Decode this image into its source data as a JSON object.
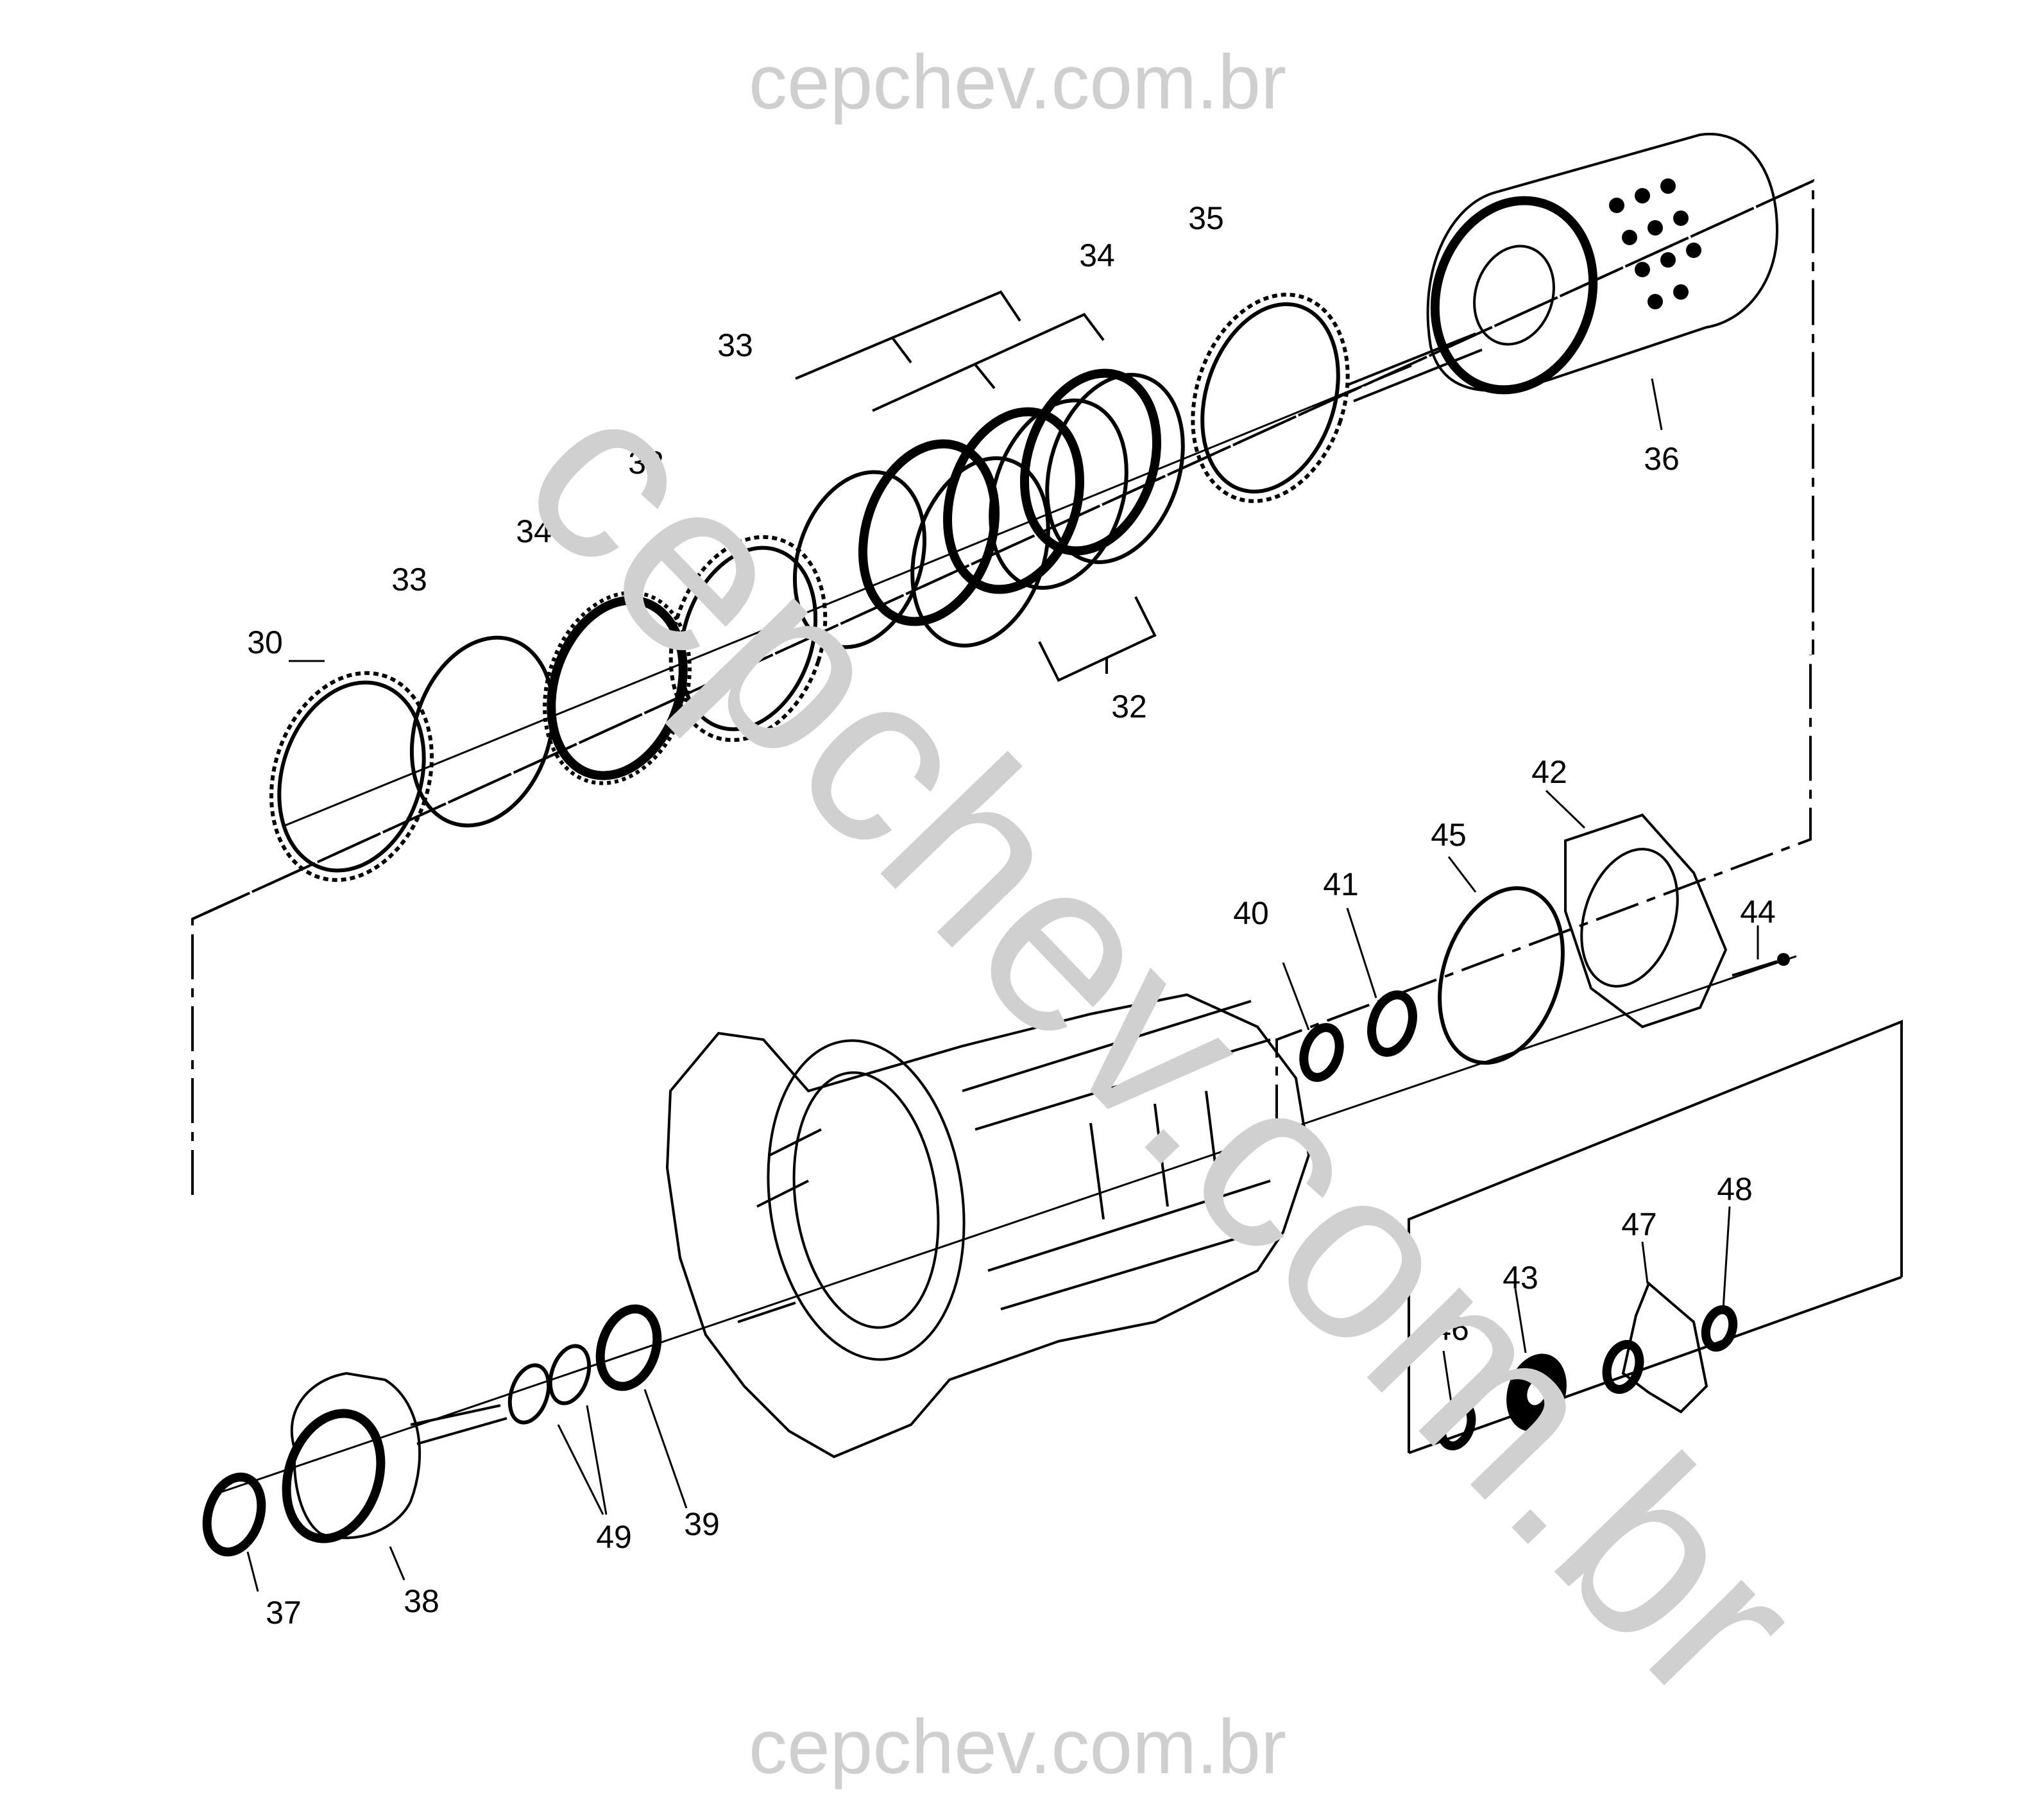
{
  "watermark": {
    "top": "cepchev.com.br",
    "bottom": "cepchev.com.br",
    "diagonal": "cepchev.com.br"
  },
  "callouts": {
    "c30": "30",
    "c33a": "33",
    "c34a": "34",
    "c32a": "32",
    "c33b": "33",
    "c34b": "34",
    "c35": "35",
    "c36": "36",
    "c32b": "32",
    "c42": "42",
    "c45": "45",
    "c41": "41",
    "c40": "40",
    "c44": "44",
    "c48": "48",
    "c47": "47",
    "c43": "43",
    "c46": "46",
    "c49": "49",
    "c39": "39",
    "c38": "38",
    "c37": "37"
  },
  "colors": {
    "line": "#000000",
    "watermark": "#cfcfcf",
    "background": "#ffffff"
  }
}
